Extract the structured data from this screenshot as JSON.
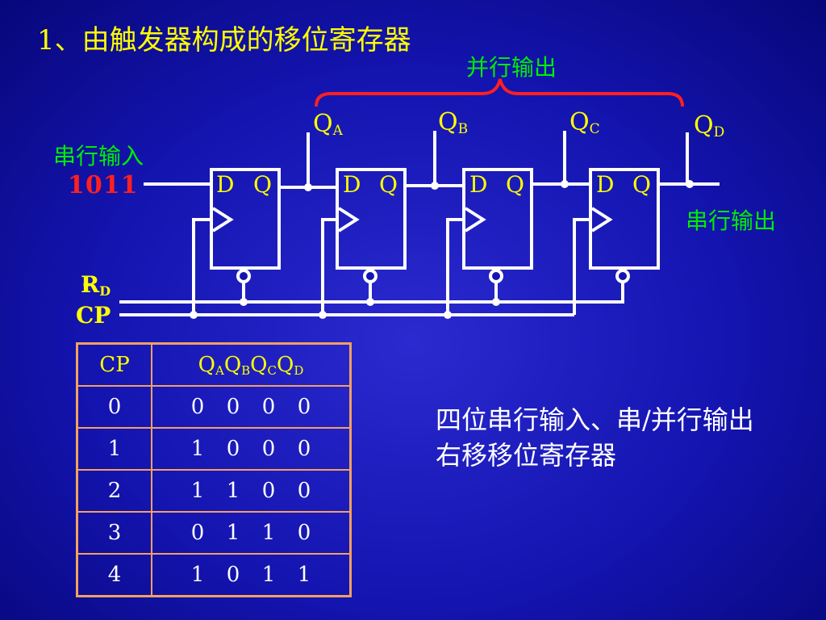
{
  "title": "1、由触发器构成的移位寄存器",
  "labels": {
    "parallel_output": "并行输出",
    "serial_input": "串行输入",
    "serial_output": "串行输出",
    "input_bits": [
      "1",
      "0",
      "1",
      "1"
    ],
    "rd_main": "R",
    "rd_sub": "D",
    "rd_bar": "-",
    "cp": "CP"
  },
  "outputs": [
    {
      "main": "Q",
      "sub": "A"
    },
    {
      "main": "Q",
      "sub": "B"
    },
    {
      "main": "Q",
      "sub": "C"
    },
    {
      "main": "Q",
      "sub": "D"
    }
  ],
  "flipflops": [
    {
      "d": "D",
      "q": "Q"
    },
    {
      "d": "D",
      "q": "Q"
    },
    {
      "d": "D",
      "q": "Q"
    },
    {
      "d": "D",
      "q": "Q"
    }
  ],
  "table": {
    "header_cp": "CP",
    "header_q": [
      {
        "main": "Q",
        "sub": "A"
      },
      {
        "main": "Q",
        "sub": "B"
      },
      {
        "main": "Q",
        "sub": "C"
      },
      {
        "main": "Q",
        "sub": "D"
      }
    ],
    "rows": [
      {
        "cp": "0",
        "q": [
          "0",
          "0",
          "0",
          "0"
        ]
      },
      {
        "cp": "1",
        "q": [
          "1",
          "0",
          "0",
          "0"
        ]
      },
      {
        "cp": "2",
        "q": [
          "1",
          "1",
          "0",
          "0"
        ]
      },
      {
        "cp": "3",
        "q": [
          "0",
          "1",
          "1",
          "0"
        ]
      },
      {
        "cp": "4",
        "q": [
          "1",
          "0",
          "1",
          "1"
        ]
      }
    ]
  },
  "description": "四位串行输入、串/并行输出右移移位寄存器",
  "colors": {
    "background": "#1414b0",
    "title": "#ffff00",
    "chinese_labels": "#00ee00",
    "input_bits": "#ff2020",
    "wires": "#ffffff",
    "brace": "#ff2020",
    "table_border": "#f4a060"
  }
}
